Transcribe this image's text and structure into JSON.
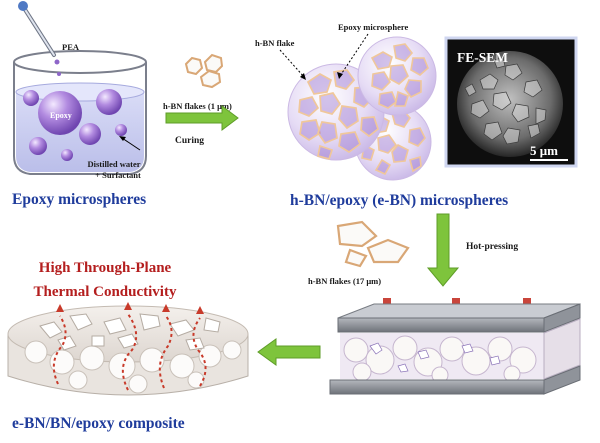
{
  "labels": {
    "pea": "PEA",
    "epoxy": "Epoxy",
    "distilled_water": "Distilled water",
    "surfactant": "+ Surfactant",
    "epoxy_microspheres": "Epoxy microspheres",
    "hbn_flakes_small": "h-BN flakes (1 μm)",
    "curing": "Curing",
    "hbn_flake": "h-BN flake",
    "epoxy_microsphere": "Epoxy microsphere",
    "fe_sem": "FE-SEM",
    "scale_bar": "5 μm",
    "ebn_microspheres": "h-BN/epoxy (e-BN) microspheres",
    "hot_pressing": "Hot-pressing",
    "hbn_flakes_large": "h-BN flakes (17 μm)",
    "high_tp_line1": "High Through-Plane",
    "high_tp_line2": "Thermal Conductivity",
    "composite": "e-BN/BN/epoxy composite"
  },
  "colors": {
    "blue_text": "#1f3c9c",
    "red_text": "#b41e1e",
    "arrow_green": "#7ec43c",
    "water": "#c9ccef",
    "epoxy_sphere": "#8e66c9",
    "flake_outline": "#e4b98c",
    "press_plate": "#8c8f96",
    "press_arrow": "#c9453b",
    "heat_path": "#c83a2a"
  }
}
